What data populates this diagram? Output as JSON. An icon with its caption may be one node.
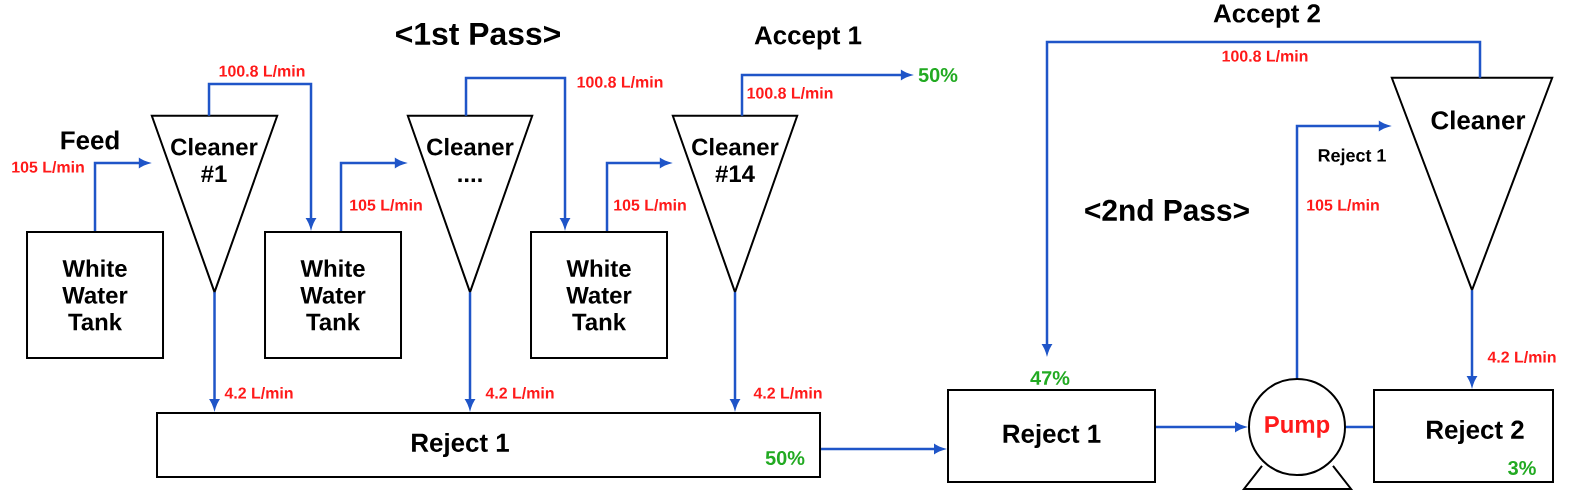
{
  "diagram": {
    "nodes": [
      {
        "text": [
          "White Water Tank"
        ]
      },
      {
        "text": [
          "Cleaner #1"
        ]
      },
      {
        "text": [
          "White Water Tank"
        ]
      },
      {
        "text": [
          "Cleaner ...."
        ]
      },
      {
        "text": [
          "White Water Tank"
        ]
      },
      {
        "text": [
          "Cleaner #14"
        ]
      },
      {
        "text": [
          "Reject 1",
          "50%"
        ]
      },
      {
        "text": [
          "Reject 1"
        ],
        "beside": [
          "47%"
        ]
      },
      {
        "text": [
          "Pump"
        ]
      },
      {
        "text": [
          "Reject 2",
          "3%"
        ]
      },
      {
        "text": [
          "Cleaner"
        ]
      },
      {
        "text": [
          "50%"
        ]
      }
    ],
    "edges": [
      {
        "from": 0,
        "to": 1,
        "arrow": "to",
        "label": "105 L/min"
      },
      {
        "from": 1,
        "to": 2,
        "arrow": "to",
        "label": "100.8 L/min"
      },
      {
        "from": 2,
        "to": 3,
        "arrow": "to",
        "label": "105 L/min"
      },
      {
        "from": 3,
        "to": 4,
        "arrow": "to",
        "label": "100.8 L/min"
      },
      {
        "from": 4,
        "to": 5,
        "arrow": "to",
        "label": "105 L/min"
      },
      {
        "from": 5,
        "to": 11,
        "arrow": "to",
        "label": "100.8 L/min"
      },
      {
        "from": 1,
        "to": 6,
        "arrow": "to",
        "label": "4.2 L/min"
      },
      {
        "from": 3,
        "to": 6,
        "arrow": "to",
        "label": "4.2 L/min"
      },
      {
        "from": 5,
        "to": 6,
        "arrow": "to",
        "label": "4.2 L/min"
      },
      {
        "from": 6,
        "to": 7,
        "arrow": "to"
      },
      {
        "from": 7,
        "to": 8,
        "arrow": "to"
      },
      {
        "from": 8,
        "to": 10,
        "arrow": "to",
        "label": "105 L/min"
      },
      {
        "from": 8,
        "to": 9,
        "arrow": "none"
      },
      {
        "from": 10,
        "to": 9,
        "arrow": "to",
        "label": "4.2 L/min"
      },
      {
        "from": 10,
        "to": 7,
        "arrow": "to",
        "label": "100.8 L/min"
      }
    ],
    "labels": [
      "<1st Pass>",
      "Accept 2",
      "Accept 1",
      "Feed",
      "Reject 1",
      "<2nd Pass>"
    ]
  }
}
